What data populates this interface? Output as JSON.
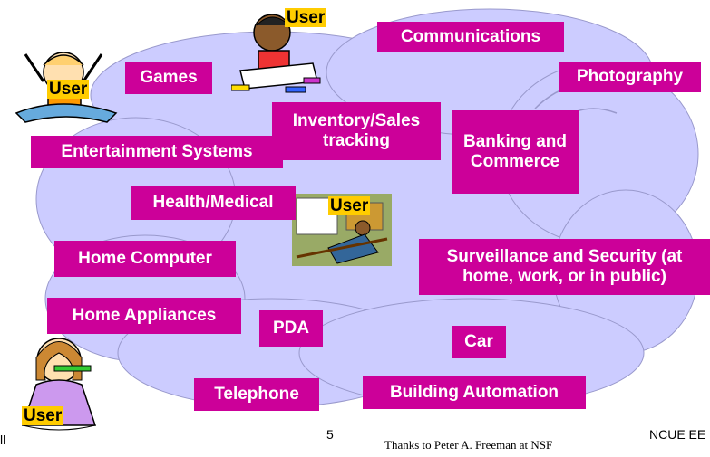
{
  "user_label": "User",
  "boxes": {
    "communications": "Communications",
    "photography": "Photography",
    "games": "Games",
    "inventory": "Inventory/Sales tracking",
    "banking": "Banking and Commerce",
    "entertainment": "Entertainment Systems",
    "health": "Health/Medical",
    "home_computer": "Home Computer",
    "surveillance": "Surveillance and Security (at home, work, or in public)",
    "home_appliances": "Home Appliances",
    "pda": "PDA",
    "car": "Car",
    "telephone": "Telephone",
    "building": "Building Automation"
  },
  "footer": {
    "left": "ll",
    "page": "5",
    "credit": "Thanks to Peter A. Freeman at NSF",
    "right": "NCUE EE"
  },
  "colors": {
    "cloud": "#ccccff",
    "box": "#cc0099",
    "user_tag": "#ffcc00"
  }
}
